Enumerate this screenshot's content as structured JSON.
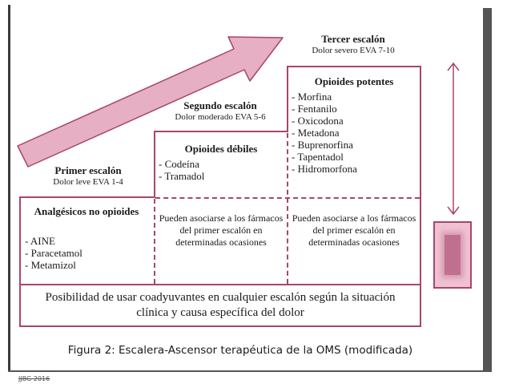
{
  "steps": [
    {
      "title": "Primer escalón",
      "subtitle": "Dolor leve EVA 1-4",
      "group_title": "Analgésicos no opioides",
      "drugs": [
        "- AINE",
        "- Paracetamol",
        "- Metamizol"
      ]
    },
    {
      "title": "Segundo escalón",
      "subtitle": "Dolor moderado EVA 5-6",
      "group_title": "Opioides débiles",
      "drugs": [
        "- Codeína",
        "- Tramadol"
      ],
      "note": "Pueden asociarse a los fármacos del primer escalón en determinadas ocasiones"
    },
    {
      "title": "Tercer escalón",
      "subtitle": "Dolor severo EVA 7-10",
      "group_title": "Opioides potentes",
      "drugs": [
        "- Morfina",
        "- Fentanilo",
        "- Oxicodona",
        "- Metadona",
        "- Buprenorfina",
        "- Tapentadol",
        "- Hidromorfona"
      ],
      "note": "Pueden asociarse a los fármacos del primer escalón en determinadas ocasiones"
    }
  ],
  "coadjuvant_text": "Posibilidad de usar coadyuvantes en cualquier escalón según la situación clínica y causa específica del dolor",
  "caption": "Figura 2: Escalera-Ascensor terapéutica de la OMS (modificada)",
  "credit": "JJBG 2016",
  "colors": {
    "accent": "#a8456d",
    "arrow_fill": "#e6afc3",
    "elevator_outer": "#efc2d2",
    "elevator_inner": "#c0708f"
  },
  "icons": {
    "ascending_arrow": "arrow-up-right-icon",
    "elevator_arrow": "double-vertical-arrow-icon",
    "elevator": "elevator-icon"
  }
}
